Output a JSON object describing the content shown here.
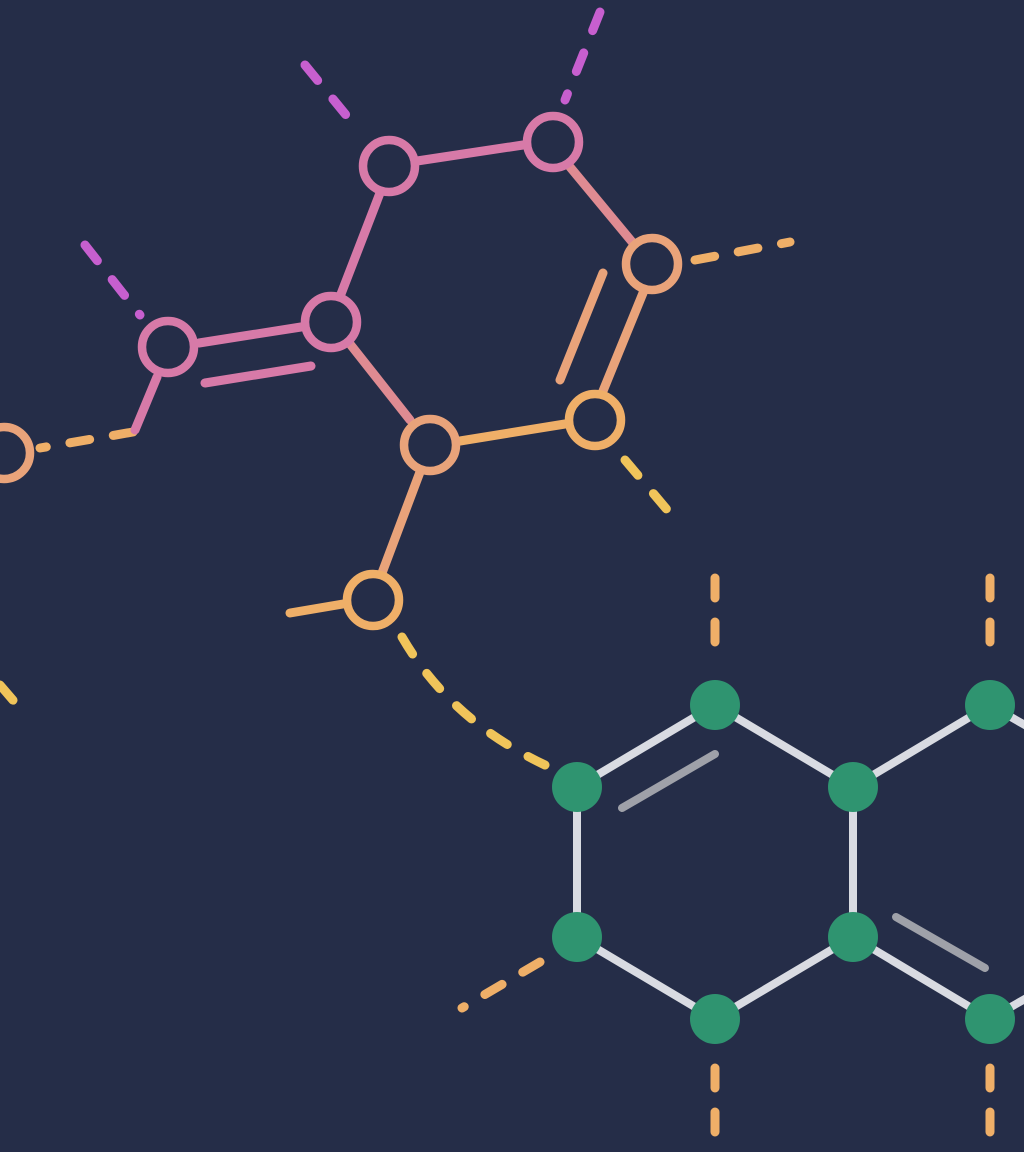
{
  "colors": {
    "background": "#252d48",
    "magenta": "#c75fcf",
    "pink": "#d77aa8",
    "rose": "#df8b92",
    "peach": "#e9a37a",
    "orange": "#efaf68",
    "gold": "#f0c45a",
    "green": "#2f9470",
    "bond_light": "#d9dbe2",
    "bond_grey": "#9fa1a9"
  },
  "molecules": [
    {
      "id": "molecule-outline",
      "style": "open-ring atoms with gradient pink-to-orange bonds"
    },
    {
      "id": "molecule-filled",
      "style": "filled green atoms with light grey bonds"
    }
  ]
}
